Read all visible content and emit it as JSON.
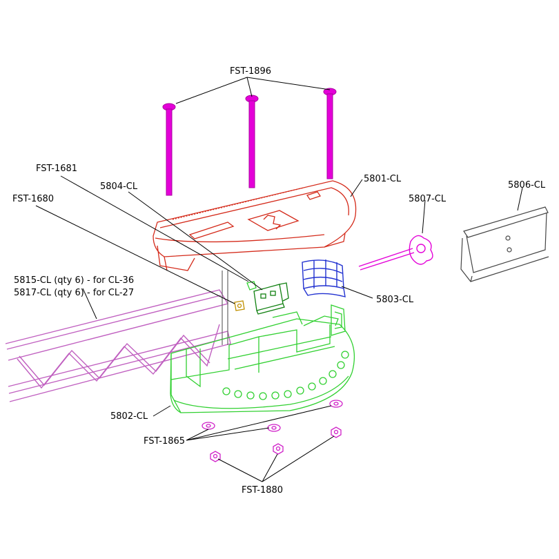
{
  "labels": {
    "fst1896": "FST-1896",
    "fst1681": "FST-1681",
    "p5804": "5804-CL",
    "fst1680": "FST-1680",
    "p5801": "5801-CL",
    "p5807": "5807-CL",
    "p5806": "5806-CL",
    "p5815": "5815-CL (qty 6) - for CL-36",
    "p5817": "5817-CL (qty 6) - for CL-27",
    "p5803": "5803-CL",
    "p5802": "5802-CL",
    "fst1865": "FST-1865",
    "fst1880": "FST-1880"
  },
  "colors": {
    "bolts": "#e400d8",
    "top_housing": "#d42a1a",
    "bottom_housing": "#30d030",
    "clip": "#2030d0",
    "arm": "#c060c0",
    "rail": "#444444",
    "connector": "#108010",
    "hardware": "#d020c8",
    "leader": "#000000"
  }
}
